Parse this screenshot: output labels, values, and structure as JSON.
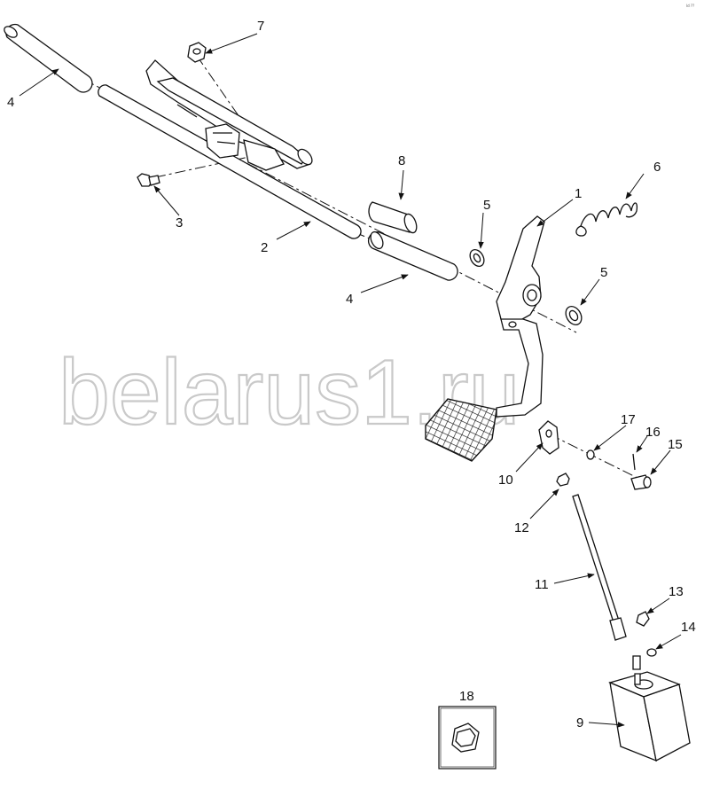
{
  "watermark": "belarus1.ru",
  "corner_code": "ld ??",
  "callouts": [
    "1",
    "2",
    "3",
    "4",
    "4",
    "5",
    "5",
    "6",
    "7",
    "8",
    "9",
    "10",
    "11",
    "12",
    "13",
    "14",
    "15",
    "16",
    "17",
    "18"
  ],
  "colors": {
    "line": "#111111",
    "watermark": "#c9c9c9",
    "background": "#ffffff"
  }
}
